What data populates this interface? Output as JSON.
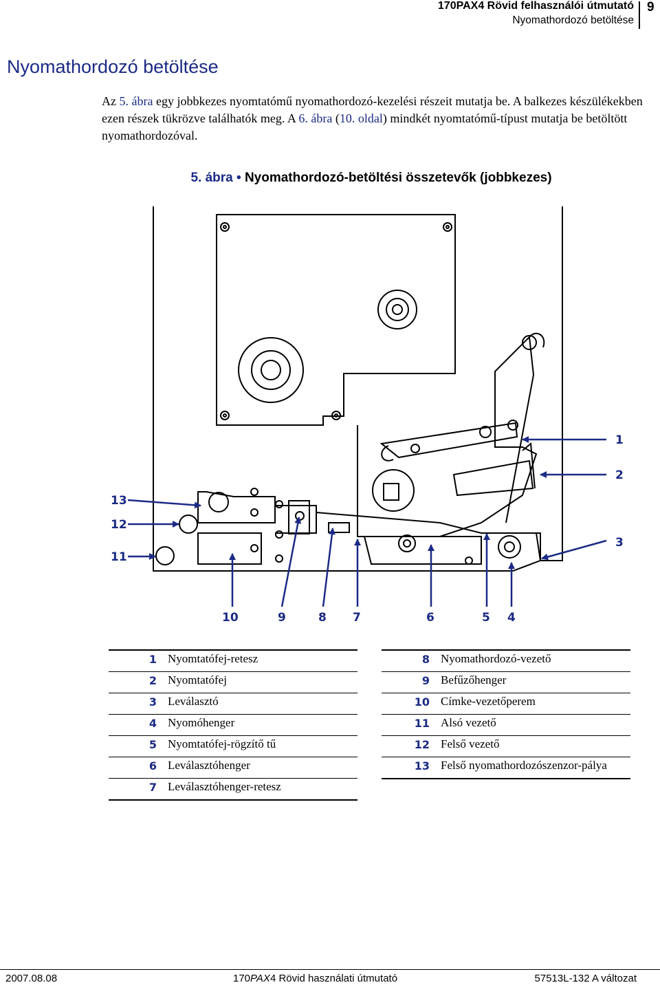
{
  "header": {
    "title": "170PAX4 Rövid felhasználói útmutató",
    "subtitle": "Nyomathordozó betöltése",
    "page_number": "9"
  },
  "section_title": "Nyomathordozó betöltése",
  "intro": {
    "t1": "Az ",
    "link1": "5. ábra",
    "t2": " egy jobbkezes nyomtatómű nyomathordozó-kezelési részeit mutatja be. A balkezes készülékekben ezen részek tükrözve találhatók meg. A ",
    "link2": "6. ábra",
    "t3": " (",
    "link3": "10. oldal",
    "t4": ") mindkét nyomtatómű-típust mutatja be betöltött nyomathordozóval."
  },
  "figure": {
    "number": "5. ábra",
    "bullet": "•",
    "caption": "Nyomathordozó-betöltési összetevők (jobbkezes)",
    "callouts": [
      "1",
      "2",
      "3",
      "4",
      "5",
      "6",
      "7",
      "8",
      "9",
      "10",
      "11",
      "12",
      "13"
    ]
  },
  "legend_left": [
    {
      "num": "1",
      "label": "Nyomtatófej-retesz"
    },
    {
      "num": "2",
      "label": "Nyomtatófej"
    },
    {
      "num": "3",
      "label": "Leválasztó"
    },
    {
      "num": "4",
      "label": "Nyomóhenger"
    },
    {
      "num": "5",
      "label": "Nyomtatófej-rögzítő tű"
    },
    {
      "num": "6",
      "label": "Leválasztóhenger"
    },
    {
      "num": "7",
      "label": "Leválasztóhenger-retesz"
    }
  ],
  "legend_right": [
    {
      "num": "8",
      "label": "Nyomathordozó-vezető"
    },
    {
      "num": "9",
      "label": "Befűzőhenger"
    },
    {
      "num": "10",
      "label": "Címke-vezetőperem"
    },
    {
      "num": "11",
      "label": "Alsó vezető"
    },
    {
      "num": "12",
      "label": "Felső vezető"
    },
    {
      "num": "13",
      "label": "Felső nyomathordozószenzor-pálya"
    }
  ],
  "footer": {
    "date": "2007.08.08",
    "doc_title_a": "170",
    "doc_title_b": "PAX",
    "doc_title_c": "4 Rövid használati útmutató",
    "doc_id": "57513L-132 A változat"
  },
  "colors": {
    "accent": "#1b2a85"
  }
}
